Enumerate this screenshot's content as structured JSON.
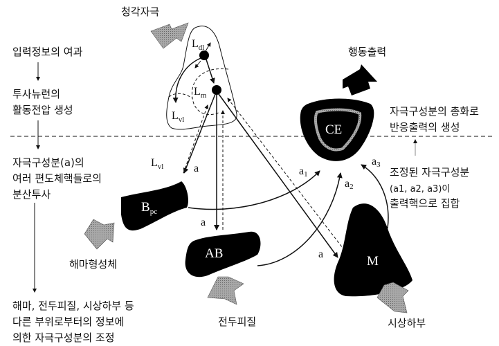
{
  "stimuli": {
    "auditory": "청각자극",
    "hippocampal": "해마형성체",
    "prefrontal": "전두피질",
    "hypothalamus": "시상하부"
  },
  "output": {
    "behavior": "행동출력"
  },
  "left_steps": [
    [
      "입력정보의 여과"
    ],
    [
      "투사뉴런의",
      "활동전압 생성"
    ],
    [
      "자극구성분(a)의",
      "여러 편도체핵들로의",
      "분산투사"
    ],
    [
      "해마, 전두피질, 시상하부 등",
      "다른 부위로부터의 정보에",
      "의한 자극구성분의 조정"
    ]
  ],
  "right_steps": [
    [
      "자극구성분의 총화로",
      "반응출력의 생성"
    ],
    [
      "조정된 자극구성분",
      "(a1, a2, a3)이",
      "출력핵으로 집합"
    ]
  ],
  "nuclei": {
    "ldl": {
      "main": "L",
      "sub": "dl"
    },
    "lm": {
      "main": "L",
      "sub": "m"
    },
    "lvl": {
      "main": "L",
      "sub": "vl"
    },
    "bpc": {
      "main": "B",
      "sub": "pc"
    },
    "ab": "AB",
    "m": "M",
    "ce": "CE"
  },
  "signals": {
    "a": "a",
    "a1": "a1",
    "a2": "a2",
    "a3": "a3"
  },
  "colors": {
    "nucleus": "#000000",
    "stimulus_arrow": "#9a9a9a"
  }
}
